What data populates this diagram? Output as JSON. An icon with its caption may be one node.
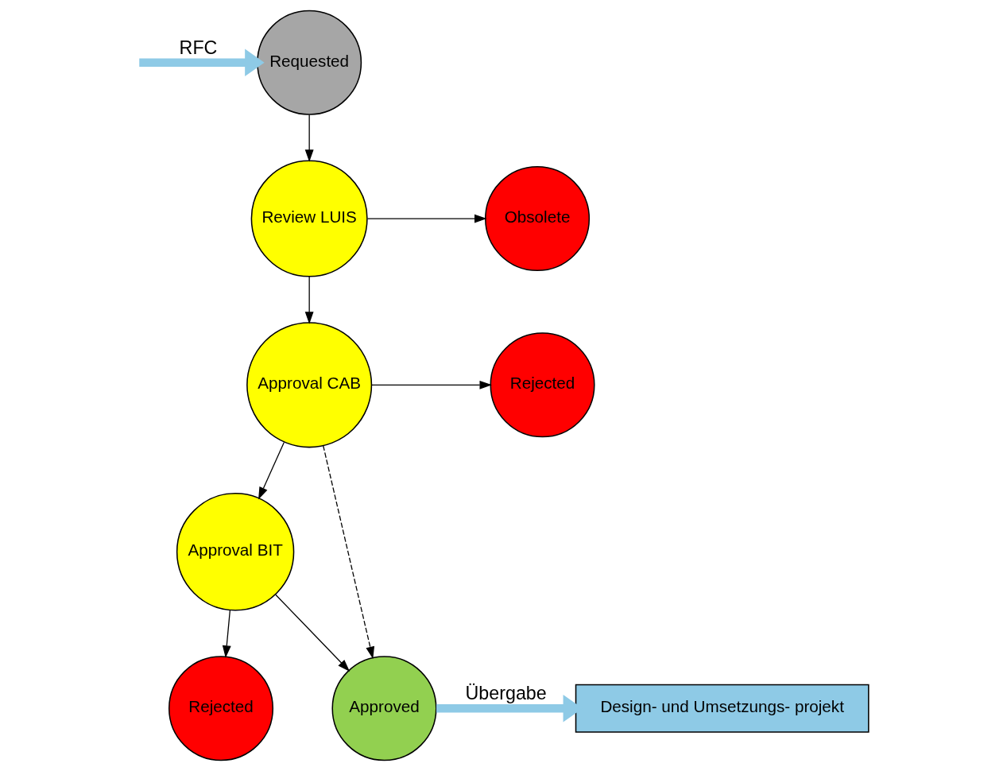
{
  "diagram": {
    "nodes": [
      {
        "text": [
          "Requested"
        ]
      },
      {
        "text": [
          "Review LUIS"
        ]
      },
      {
        "text": [
          "Obsolete"
        ]
      },
      {
        "text": [
          "Approval CAB"
        ]
      },
      {
        "text": [
          "Rejected"
        ]
      },
      {
        "text": [
          "Approval BIT"
        ]
      },
      {
        "text": [
          "Rejected"
        ]
      },
      {
        "text": [
          "Approved"
        ]
      },
      {
        "text": [
          "Design- und Umsetzungs- projekt"
        ]
      }
    ],
    "edges": [
      {
        "from": null,
        "to": 0,
        "arrow": "to",
        "label": "RFC",
        "style": "thick",
        "color": "#8ecae6"
      },
      {
        "from": 0,
        "to": 1,
        "arrow": "to"
      },
      {
        "from": 1,
        "to": 2,
        "arrow": "to"
      },
      {
        "from": 1,
        "to": 3,
        "arrow": "to"
      },
      {
        "from": 3,
        "to": 4,
        "arrow": "to"
      },
      {
        "from": 3,
        "to": 5,
        "arrow": "to"
      },
      {
        "from": 3,
        "to": 7,
        "arrow": "to",
        "style": "dashed"
      },
      {
        "from": 5,
        "to": 6,
        "arrow": "to"
      },
      {
        "from": 5,
        "to": 7,
        "arrow": "to"
      },
      {
        "from": 7,
        "to": 8,
        "arrow": "to",
        "label": "Übergabe",
        "style": "thick",
        "color": "#8ecae6"
      }
    ]
  }
}
